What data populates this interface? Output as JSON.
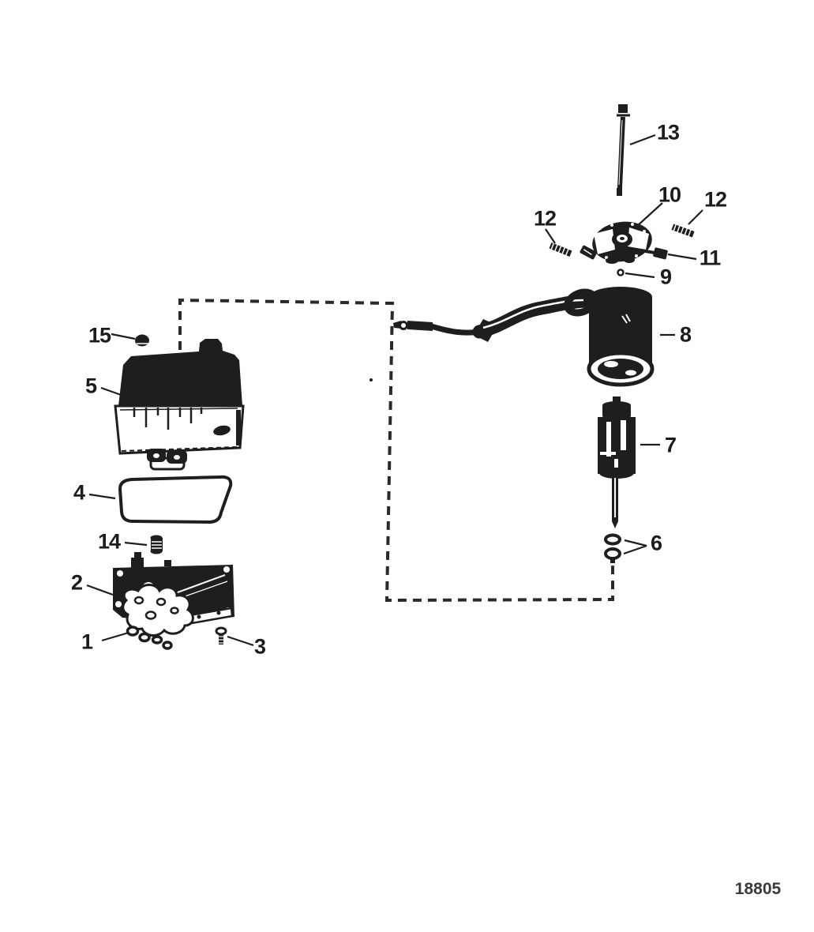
{
  "figure": {
    "code": "18805",
    "callouts": [
      {
        "label": "1"
      },
      {
        "label": "2"
      },
      {
        "label": "3"
      },
      {
        "label": "4"
      },
      {
        "label": "5"
      },
      {
        "label": "6"
      },
      {
        "label": "7"
      },
      {
        "label": "8"
      },
      {
        "label": "9"
      },
      {
        "label": "10"
      },
      {
        "label": "11"
      },
      {
        "label": "12"
      },
      {
        "label": "12"
      },
      {
        "label": "13"
      },
      {
        "label": "14"
      },
      {
        "label": "15"
      }
    ]
  }
}
